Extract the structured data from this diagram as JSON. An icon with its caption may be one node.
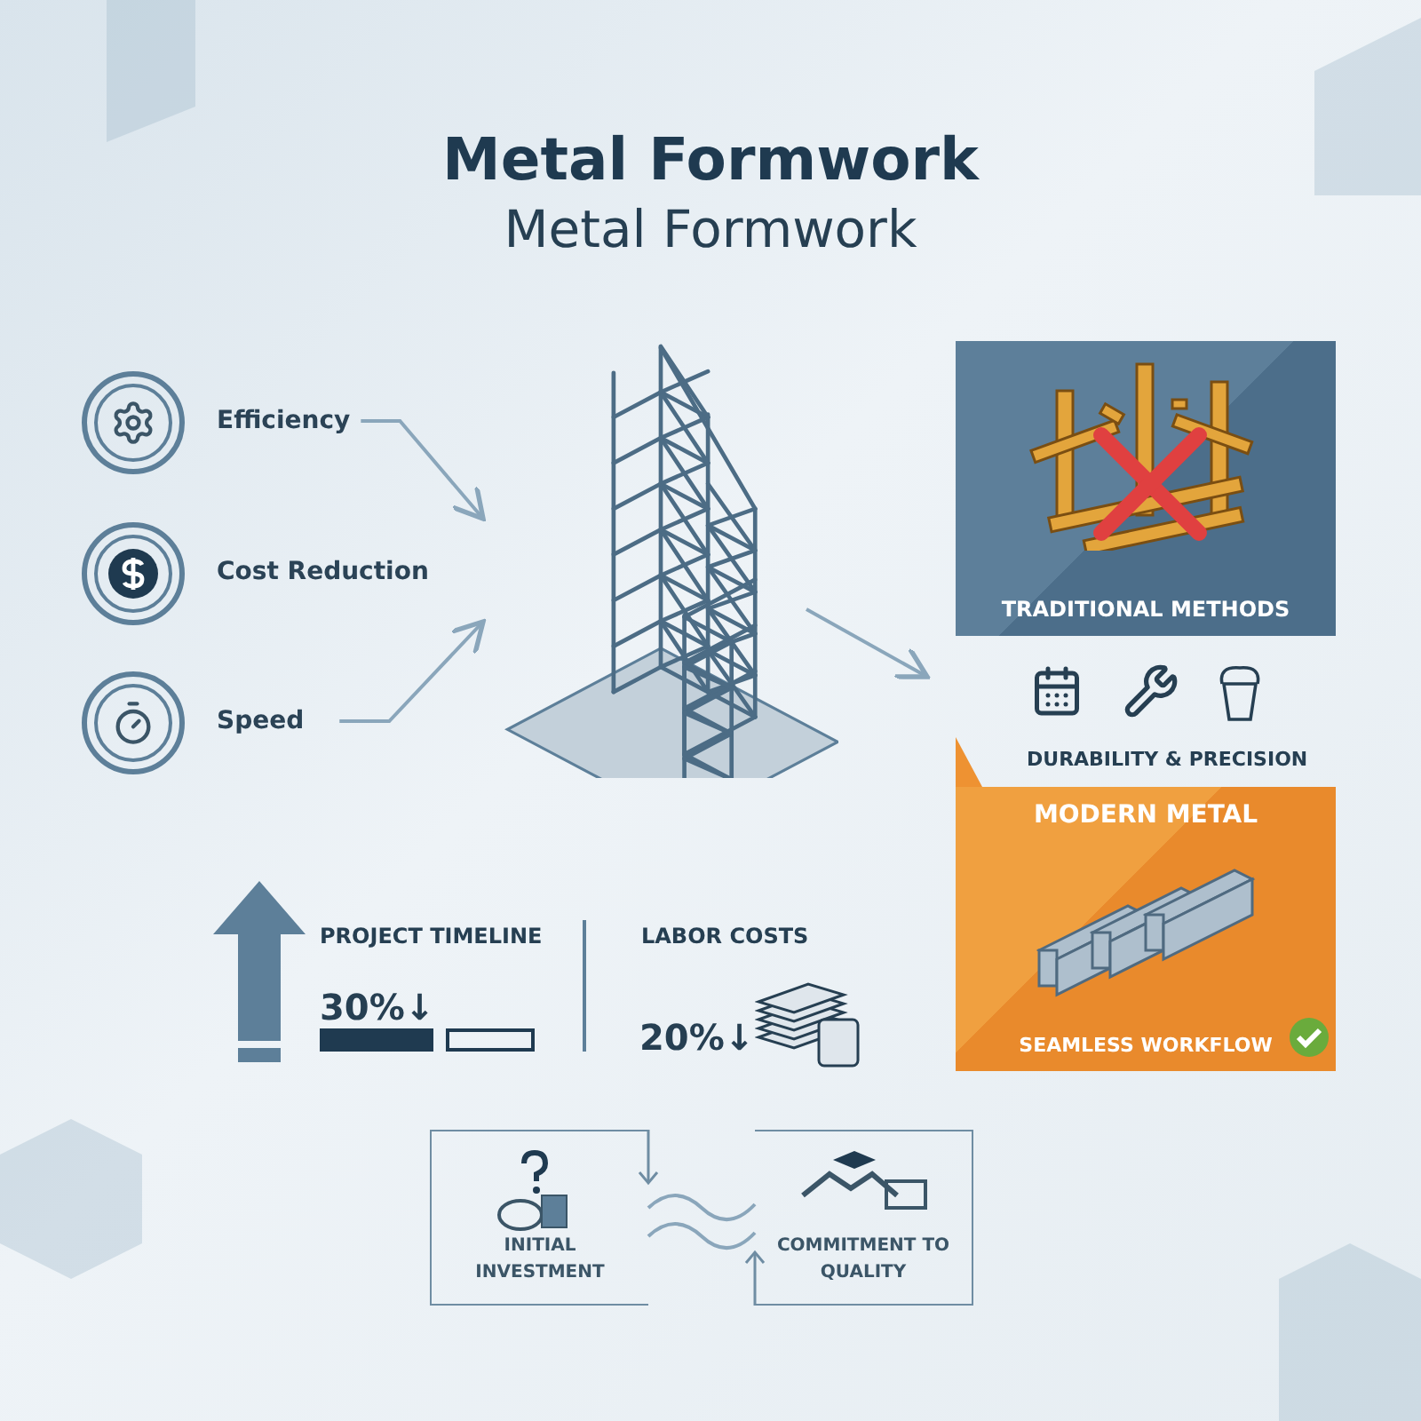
{
  "diagram": {
    "title": "Metal Formwork",
    "nodes": [
      {
        "text": [
          "Efficiency"
        ]
      },
      {
        "text": [
          "Cost Reduction"
        ]
      },
      {
        "text": [
          "Speed"
        ]
      },
      {
        "text": [],
        "shape": "picture"
      },
      {
        "text": [
          "TRADITIONAL METHODS"
        ]
      },
      {
        "text": [
          "MODERN METAL",
          "SEAMLESS WORKFLOW"
        ]
      },
      {
        "text": [
          "INITIAL INVESTMENT"
        ]
      },
      {
        "text": [
          "COMMITMENT TO QUALITY"
        ]
      }
    ],
    "edges": [
      {
        "from": 0,
        "to": 3,
        "arrow": "to"
      },
      {
        "from": 2,
        "to": 3,
        "arrow": "to"
      },
      {
        "from": 3,
        "to": null,
        "arrow": "to"
      },
      {
        "from": 6,
        "to": 7,
        "arrow": "none"
      },
      {
        "from": 6,
        "to": 7,
        "arrow": "none"
      }
    ],
    "labels": [
      "Metal Formwork",
      "DURABILITY & PRECISION",
      "PROJECT TIMELINE",
      "30%↓",
      "LABOR COSTS",
      "20%↓"
    ]
  }
}
